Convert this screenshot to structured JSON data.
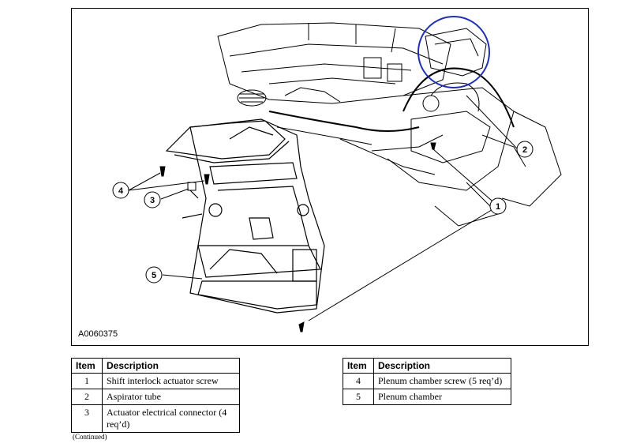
{
  "figure": {
    "id": "A0060375",
    "callouts": [
      "1",
      "2",
      "3",
      "4",
      "5"
    ]
  },
  "legend": {
    "headers": {
      "item": "Item",
      "description": "Description"
    },
    "left_rows": [
      {
        "item": "1",
        "description": "Shift interlock actuator screw"
      },
      {
        "item": "2",
        "description": "Aspirator tube"
      },
      {
        "item": "3",
        "description": "Actuator electrical connector (4 req’d)"
      }
    ],
    "right_rows": [
      {
        "item": "4",
        "description": "Plenum chamber screw (5 req’d)"
      },
      {
        "item": "5",
        "description": "Plenum chamber"
      }
    ]
  },
  "continued": "(Continued)",
  "colors": {
    "highlight_circle": "#1f2fb0",
    "line": "#000000"
  }
}
